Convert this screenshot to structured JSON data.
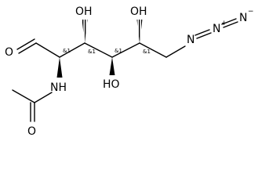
{
  "molecule": {
    "atoms": {
      "aldehyde_o": "O",
      "oh_c3": "OH",
      "oh_c4": "HO",
      "oh_c5": "OH",
      "azide_n1": "N",
      "azide_n2": "N",
      "azide_n3": "N",
      "azide_n2_charge": "+",
      "azide_n3_charge": "−",
      "nh": "NH",
      "acetyl_o": "O"
    },
    "stereo_labels": {
      "c2": "&1",
      "c3": "&1",
      "c4": "&1",
      "c5": "&1"
    }
  }
}
